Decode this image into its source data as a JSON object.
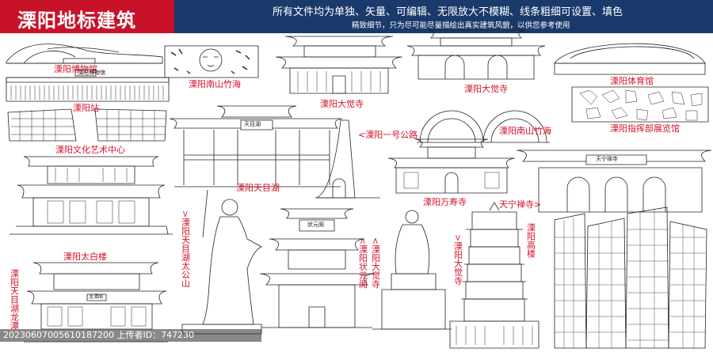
{
  "header": {
    "title": "溧阳地标建筑",
    "subtitle_1": "所有文件均为单独、矢量、可编辑、无限放大不模糊、线条粗细可设置、填色",
    "subtitle_2": "精致细节，只为尽可能尽量描绘出真实建筑风貌，以供您参考使用",
    "left_color": "#c8122a",
    "right_color": "#1a3a6b"
  },
  "labels": {
    "museum": "溧阳博物馆",
    "nanshan_carving": "溧阳南山竹海",
    "dajue_temple_1": "溧阳大觉寺",
    "dajue_temple_2": "溧阳大觉寺",
    "gym": "溧阳体育馆",
    "station": "溧阳站",
    "culture_center": "溧阳文化艺术中心",
    "road_one": "<溧阳一号公路",
    "nanshan_arch": "溧阳南山竹海",
    "command_hall": "溧阳指挥部展览馆",
    "tianmu_lake": "溧阳天目湖",
    "wanshou_temple": "溧阳万寿寺",
    "tianning_temple": "天宁禅寺>",
    "taibai_tower": "溧阳太白楼",
    "tianmu_taigong": ">溧阳天目湖太公山",
    "zhuangyuan_pavilion": "<溧阳状元阁",
    "dajue_statue": "<溧阳大觉寺",
    "dajue_pagoda": ">溧阳大觉寺",
    "high_rise": "溧阳高楼",
    "longtan": "溧阳天目湖龙潭"
  },
  "signs": {
    "museum_sign": "溧阳博物馆",
    "tianmu_gate": "天目湖",
    "tianning_gate": "天宁禅寺",
    "longtan_plaque": "龙潭阁",
    "zhuangyuan_plaque": "状元阁"
  },
  "watermark": "20230607005610187200  上传者ID：747230",
  "colors": {
    "label": "#d4122a",
    "line": "#222222"
  }
}
